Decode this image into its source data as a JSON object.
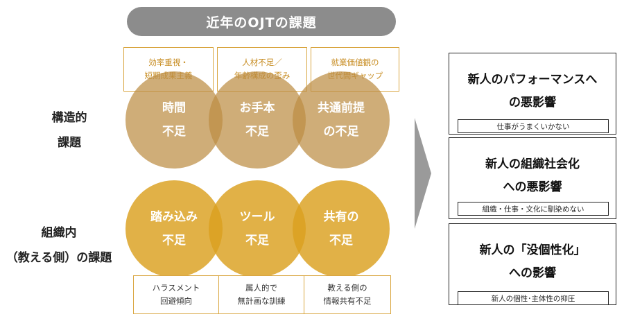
{
  "title": "近年のOJTの課題",
  "row_labels": {
    "structural": [
      "構造的",
      "課題"
    ],
    "organizational": [
      "組織内",
      "（教える側）の課題"
    ]
  },
  "top_notes": [
    [
      "効率重視・",
      "短期成果主義"
    ],
    [
      "人材不足／",
      "年齢構成の歪み"
    ],
    [
      "就業価値観の",
      "世代間ギャップ"
    ]
  ],
  "structural_circles": [
    [
      "時間",
      "不足"
    ],
    [
      "お手本",
      "不足"
    ],
    [
      "共通前提",
      "の不足"
    ]
  ],
  "org_circles": [
    [
      "踏み込み",
      "不足"
    ],
    [
      "ツール",
      "不足"
    ],
    [
      "共有の",
      "不足"
    ]
  ],
  "bottom_notes": [
    [
      "ハラスメント",
      "回避傾向"
    ],
    [
      "属人的で",
      "無計画な訓練"
    ],
    [
      "教える側の",
      "情報共有不足"
    ]
  ],
  "impacts": [
    {
      "lines": [
        "新人のパフォーマンスへ",
        "の悪影響"
      ],
      "sub": "仕事がうまくいかない"
    },
    {
      "lines": [
        "新人の組織社会化",
        "への悪影響"
      ],
      "sub": "組織・仕事・文化に馴染めない"
    },
    {
      "lines": [
        "新人の「没個性化」",
        "への影響"
      ],
      "sub": "新人の個性･主体性の抑圧"
    }
  ],
  "colors": {
    "title_bg": "#8c8c8c",
    "structural_circle": "#bc8e44",
    "org_circle": "#daa01e",
    "note_border": "#d9a640",
    "arrow": "#9a9a9a"
  }
}
